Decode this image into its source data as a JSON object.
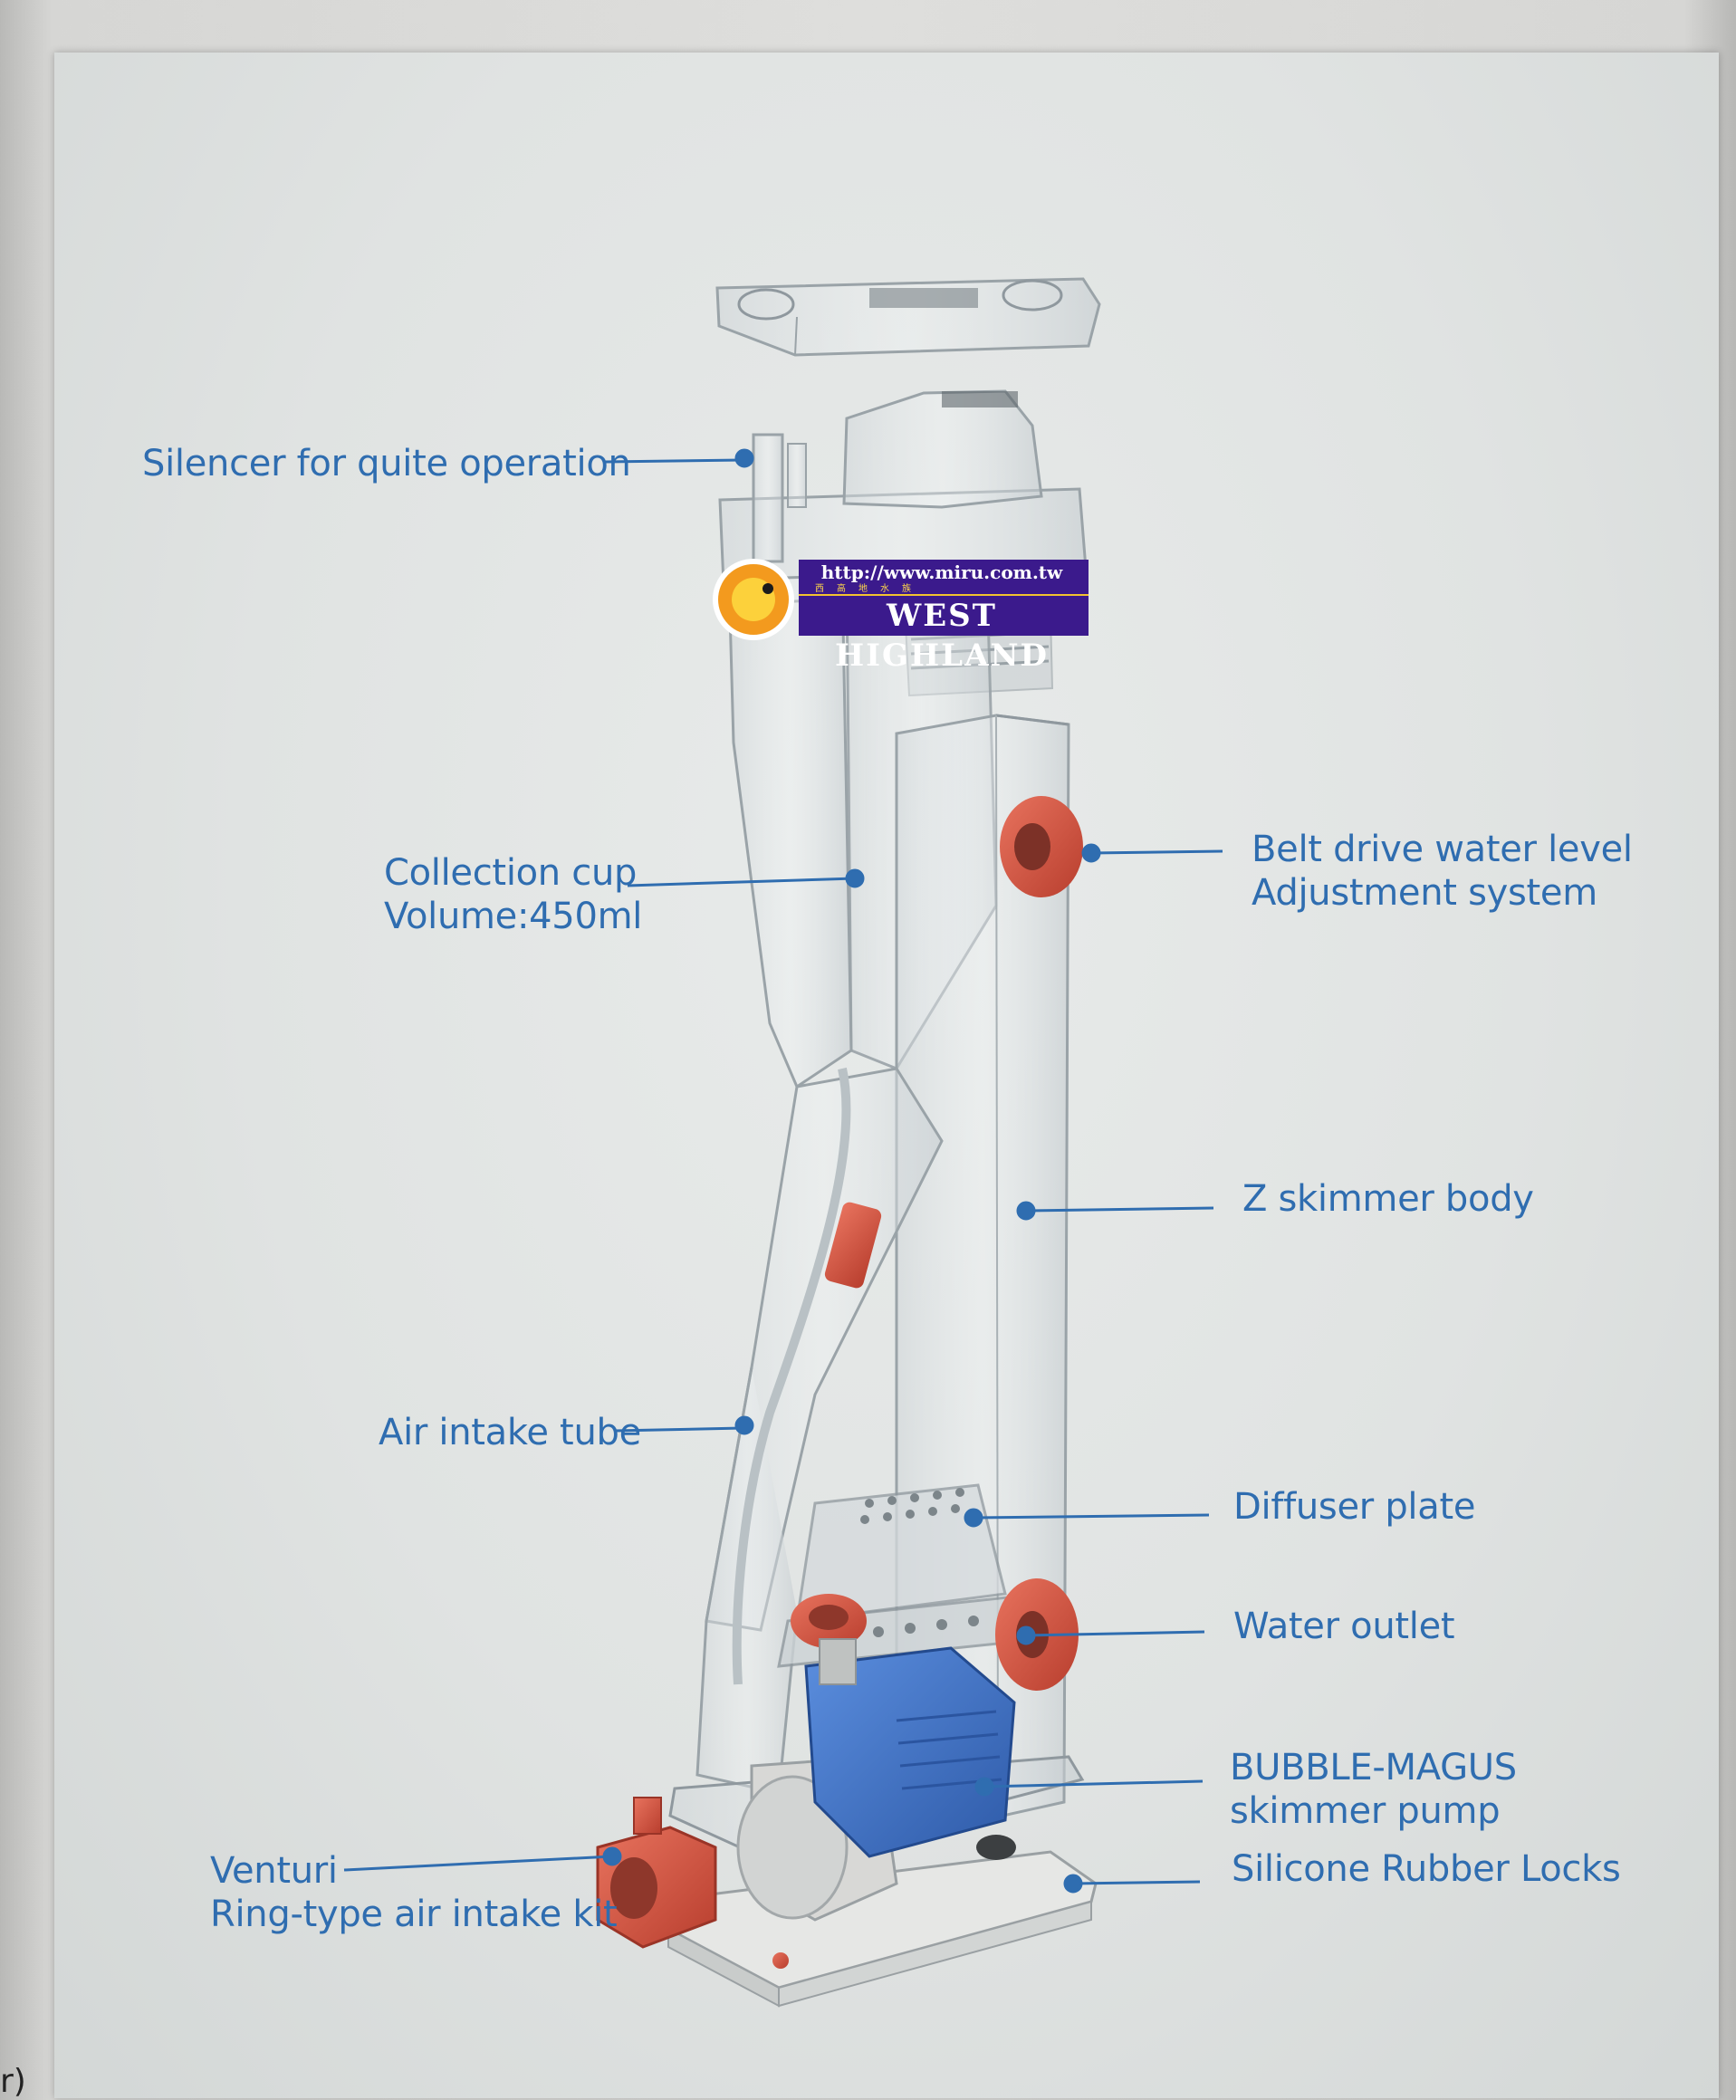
{
  "labels": {
    "silencer": "Silencer for quite operation",
    "collection_cup_1": "Collection cup",
    "collection_cup_2": "Volume:450ml",
    "belt_drive_1": "Belt drive water level",
    "belt_drive_2": "Adjustment system",
    "z_body": "Z  skimmer body",
    "air_intake": "Air intake tube",
    "diffuser": "Diffuser plate",
    "water_outlet": "Water outlet",
    "pump_1": "BUBBLE-MAGUS",
    "pump_2": "skimmer pump",
    "rubber_locks": "Silicone Rubber Locks",
    "venturi_1": "Venturi",
    "venturi_2": "Ring-type air intake kit"
  },
  "watermark": {
    "url": "http://www.miru.com.tw",
    "chinese": "西高地水族",
    "brand": "WEST HIGHLAND"
  },
  "edge_text": "r)",
  "colors": {
    "label": "#2f6db0",
    "leader": "#2f6db0",
    "accent_red": "#d9533f",
    "pump_blue": "#3a6ec4",
    "logo_purple": "#3b1a8c"
  }
}
